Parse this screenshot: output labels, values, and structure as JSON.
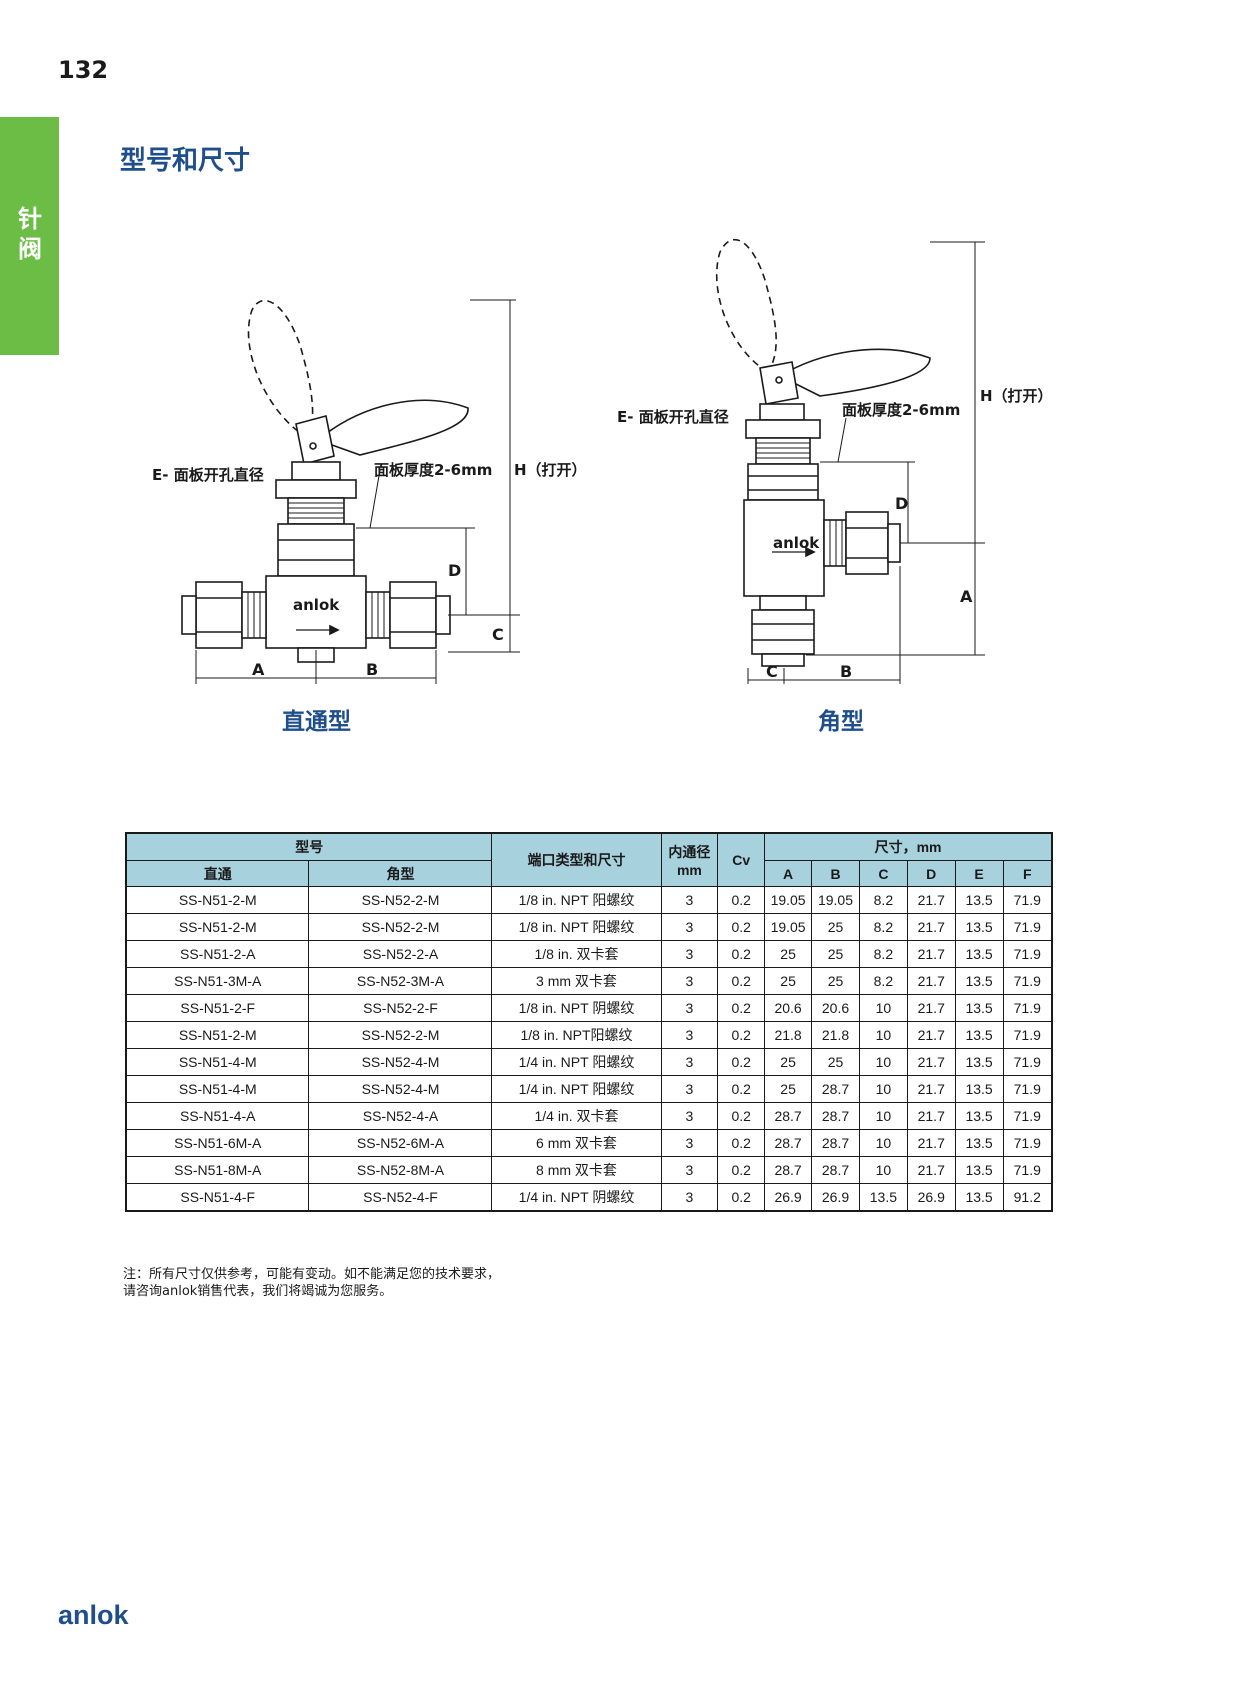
{
  "page_number": "132",
  "side_tab": {
    "line1": "针",
    "line2": "阀"
  },
  "section_title": "型号和尺寸",
  "figures": {
    "straight": {
      "caption": "直通型",
      "brand_on_body": "anlok",
      "label_e": "E- 面板开孔直径",
      "label_thickness": "面板厚度2-6mm",
      "label_h": "H（打开）",
      "dims": {
        "a": "A",
        "b": "B",
        "c": "C",
        "d": "D"
      }
    },
    "angle": {
      "caption": "角型",
      "brand_on_body": "anlok",
      "label_e": "E- 面板开孔直径",
      "label_thickness": "面板厚度2-6mm",
      "label_h": "H（打开）",
      "dims": {
        "a": "A",
        "b": "B",
        "c": "C",
        "d": "D"
      }
    }
  },
  "table": {
    "header": {
      "model": "型号",
      "straight": "直通",
      "angle": "角型",
      "port": "端口类型和尺寸",
      "bore_line1": "内通径",
      "bore_line2": "mm",
      "cv": "Cv",
      "dims": "尺寸，mm",
      "dim_cols": [
        "A",
        "B",
        "C",
        "D",
        "E",
        "F"
      ]
    },
    "rows": [
      {
        "straight": "SS-N51-2-M",
        "angle": "SS-N52-2-M",
        "port": "1/8 in. NPT 阳螺纹",
        "bore": "3",
        "cv": "0.2",
        "a": "19.05",
        "b": "19.05",
        "c": "8.2",
        "d": "21.7",
        "e": "13.5",
        "f": "71.9"
      },
      {
        "straight": "SS-N51-2-M",
        "angle": "SS-N52-2-M",
        "port": "1/8 in. NPT 阳螺纹",
        "bore": "3",
        "cv": "0.2",
        "a": "19.05",
        "b": "25",
        "c": "8.2",
        "d": "21.7",
        "e": "13.5",
        "f": "71.9"
      },
      {
        "straight": "SS-N51-2-A",
        "angle": "SS-N52-2-A",
        "port": "1/8 in.  双卡套",
        "bore": "3",
        "cv": "0.2",
        "a": "25",
        "b": "25",
        "c": "8.2",
        "d": "21.7",
        "e": "13.5",
        "f": "71.9"
      },
      {
        "straight": "SS-N51-3M-A",
        "angle": "SS-N52-3M-A",
        "port": "3 mm 双卡套",
        "bore": "3",
        "cv": "0.2",
        "a": "25",
        "b": "25",
        "c": "8.2",
        "d": "21.7",
        "e": "13.5",
        "f": "71.9"
      },
      {
        "straight": "SS-N51-2-F",
        "angle": "SS-N52-2-F",
        "port": "1/8 in. NPT 阴螺纹",
        "bore": "3",
        "cv": "0.2",
        "a": "20.6",
        "b": "20.6",
        "c": "10",
        "d": "21.7",
        "e": "13.5",
        "f": "71.9"
      },
      {
        "straight": "SS-N51-2-M",
        "angle": "SS-N52-2-M",
        "port": "1/8 in. NPT阳螺纹",
        "bore": "3",
        "cv": "0.2",
        "a": "21.8",
        "b": "21.8",
        "c": "10",
        "d": "21.7",
        "e": "13.5",
        "f": "71.9"
      },
      {
        "straight": "SS-N51-4-M",
        "angle": "SS-N52-4-M",
        "port": "1/4 in. NPT 阳螺纹",
        "bore": "3",
        "cv": "0.2",
        "a": "25",
        "b": "25",
        "c": "10",
        "d": "21.7",
        "e": "13.5",
        "f": "71.9"
      },
      {
        "straight": "SS-N51-4-M",
        "angle": "SS-N52-4-M",
        "port": "1/4 in. NPT 阳螺纹",
        "bore": "3",
        "cv": "0.2",
        "a": "25",
        "b": "28.7",
        "c": "10",
        "d": "21.7",
        "e": "13.5",
        "f": "71.9"
      },
      {
        "straight": "SS-N51-4-A",
        "angle": "SS-N52-4-A",
        "port": "1/4 in. 双卡套",
        "bore": "3",
        "cv": "0.2",
        "a": "28.7",
        "b": "28.7",
        "c": "10",
        "d": "21.7",
        "e": "13.5",
        "f": "71.9"
      },
      {
        "straight": "SS-N51-6M-A",
        "angle": "SS-N52-6M-A",
        "port": "6 mm 双卡套",
        "bore": "3",
        "cv": "0.2",
        "a": "28.7",
        "b": "28.7",
        "c": "10",
        "d": "21.7",
        "e": "13.5",
        "f": "71.9"
      },
      {
        "straight": "SS-N51-8M-A",
        "angle": "SS-N52-8M-A",
        "port": "8 mm 双卡套",
        "bore": "3",
        "cv": "0.2",
        "a": "28.7",
        "b": "28.7",
        "c": "10",
        "d": "21.7",
        "e": "13.5",
        "f": "71.9"
      },
      {
        "straight": "SS-N51-4-F",
        "angle": "SS-N52-4-F",
        "port": "1/4 in. NPT 阴螺纹",
        "bore": "3",
        "cv": "0.2",
        "a": "26.9",
        "b": "26.9",
        "c": "13.5",
        "d": "26.9",
        "e": "13.5",
        "f": "91.2"
      }
    ]
  },
  "note": {
    "line1": "注：所有尺寸仅供参考，可能有变动。如不能满足您的技术要求，",
    "line2": "请咨询anlok销售代表，我们将竭诚为您服务。"
  },
  "footer_brand": "anlok",
  "colors": {
    "accent_blue": "#1e4e8c",
    "tab_green": "#6bbd45",
    "table_header": "#a8d1de"
  }
}
